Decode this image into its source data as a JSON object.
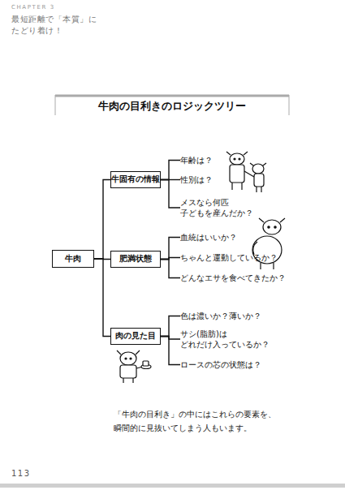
{
  "diagram": {
    "title": "牛肉の目利きのロジックツリー",
    "caption": "「牛肉の目利き」の中にはこれらの要素を、 瞬間的に見抜いてしまう人もいます。",
    "nodes": [
      {
        "text": [
          "牛肉"
        ]
      },
      {
        "text": [
          "牛固有の情報"
        ]
      },
      {
        "text": [
          "年齢は？"
        ]
      },
      {
        "text": [
          "性別は？"
        ]
      },
      {
        "text": [
          "メスなら何匹 子どもを産んだか？"
        ]
      },
      {
        "text": [
          "肥満状態"
        ]
      },
      {
        "text": [
          "血統はいいか？"
        ]
      },
      {
        "text": [
          "ちゃんと運動しているか？"
        ]
      },
      {
        "text": [
          "どんなエサを食べてきたか？"
        ]
      },
      {
        "text": [
          "肉の見た目"
        ]
      },
      {
        "text": [
          "色は濃いか？薄いか？"
        ]
      },
      {
        "text": [
          "サシ(脂肪)は どれだけ入っているか？"
        ]
      },
      {
        "text": [
          "ロースの芯の状態は？"
        ]
      }
    ],
    "edges": [
      {
        "from": 0,
        "to": 1,
        "arrow": "none"
      },
      {
        "from": 0,
        "to": 5,
        "arrow": "none"
      },
      {
        "from": 0,
        "to": 9,
        "arrow": "none"
      },
      {
        "from": 1,
        "to": 2,
        "arrow": "none"
      },
      {
        "from": 1,
        "to": 3,
        "arrow": "none"
      },
      {
        "from": 1,
        "to": 4,
        "arrow": "none"
      },
      {
        "from": 5,
        "to": 6,
        "arrow": "none"
      },
      {
        "from": 5,
        "to": 7,
        "arrow": "none"
      },
      {
        "from": 5,
        "to": 8,
        "arrow": "none"
      },
      {
        "from": 9,
        "to": 10,
        "arrow": "none"
      },
      {
        "from": 9,
        "to": 11,
        "arrow": "none"
      },
      {
        "from": 9,
        "to": 12,
        "arrow": "none"
      }
    ],
    "labels": [
      "CHAPTER 3",
      "最短距離で「本質」に たどり着け！",
      "113"
    ]
  }
}
